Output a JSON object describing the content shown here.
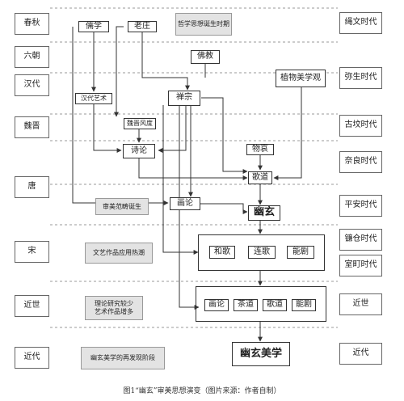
{
  "left_eras": [
    "春秋",
    "六朝",
    "汉代",
    "魏晋",
    "唐",
    "宋",
    "近世",
    "近代"
  ],
  "right_eras": [
    "绳文时代",
    "弥生时代",
    "古坟时代",
    "奈良时代",
    "平安时代",
    "镰仓时代",
    "室町时代",
    "近世",
    "近代"
  ],
  "notes": {
    "philosophy": "哲学思想诞生时期",
    "aesthetics": "审美范畴诞生",
    "literature": "文艺作品应用热潮",
    "theory_1": "理论研究较少",
    "theory_2": "艺术作品增多",
    "rediscovery": "幽玄美学的再发现阶段"
  },
  "nodes": {
    "rujia": "儒学",
    "laozhuang": "老庄",
    "fojiao": "佛教",
    "zhiwu": "植物美学观",
    "handai_yishu": "汉代艺术",
    "chanzong": "禅宗",
    "weijin_fengdu": "魏晋风度",
    "shilun": "诗论",
    "wuai": "物哀",
    "gedao": "歌道",
    "hualun": "画论",
    "youxuan": "幽玄",
    "hege": "和歌",
    "liange": "连歌",
    "nengju": "能剧",
    "hualun2": "画论",
    "chadao": "茶道",
    "gedao2": "歌道",
    "nengju2": "能剧",
    "youxuan_meixue": "幽玄美学"
  },
  "caption": "图1“幽玄”审美思想演变（图片来源：作者自制）"
}
